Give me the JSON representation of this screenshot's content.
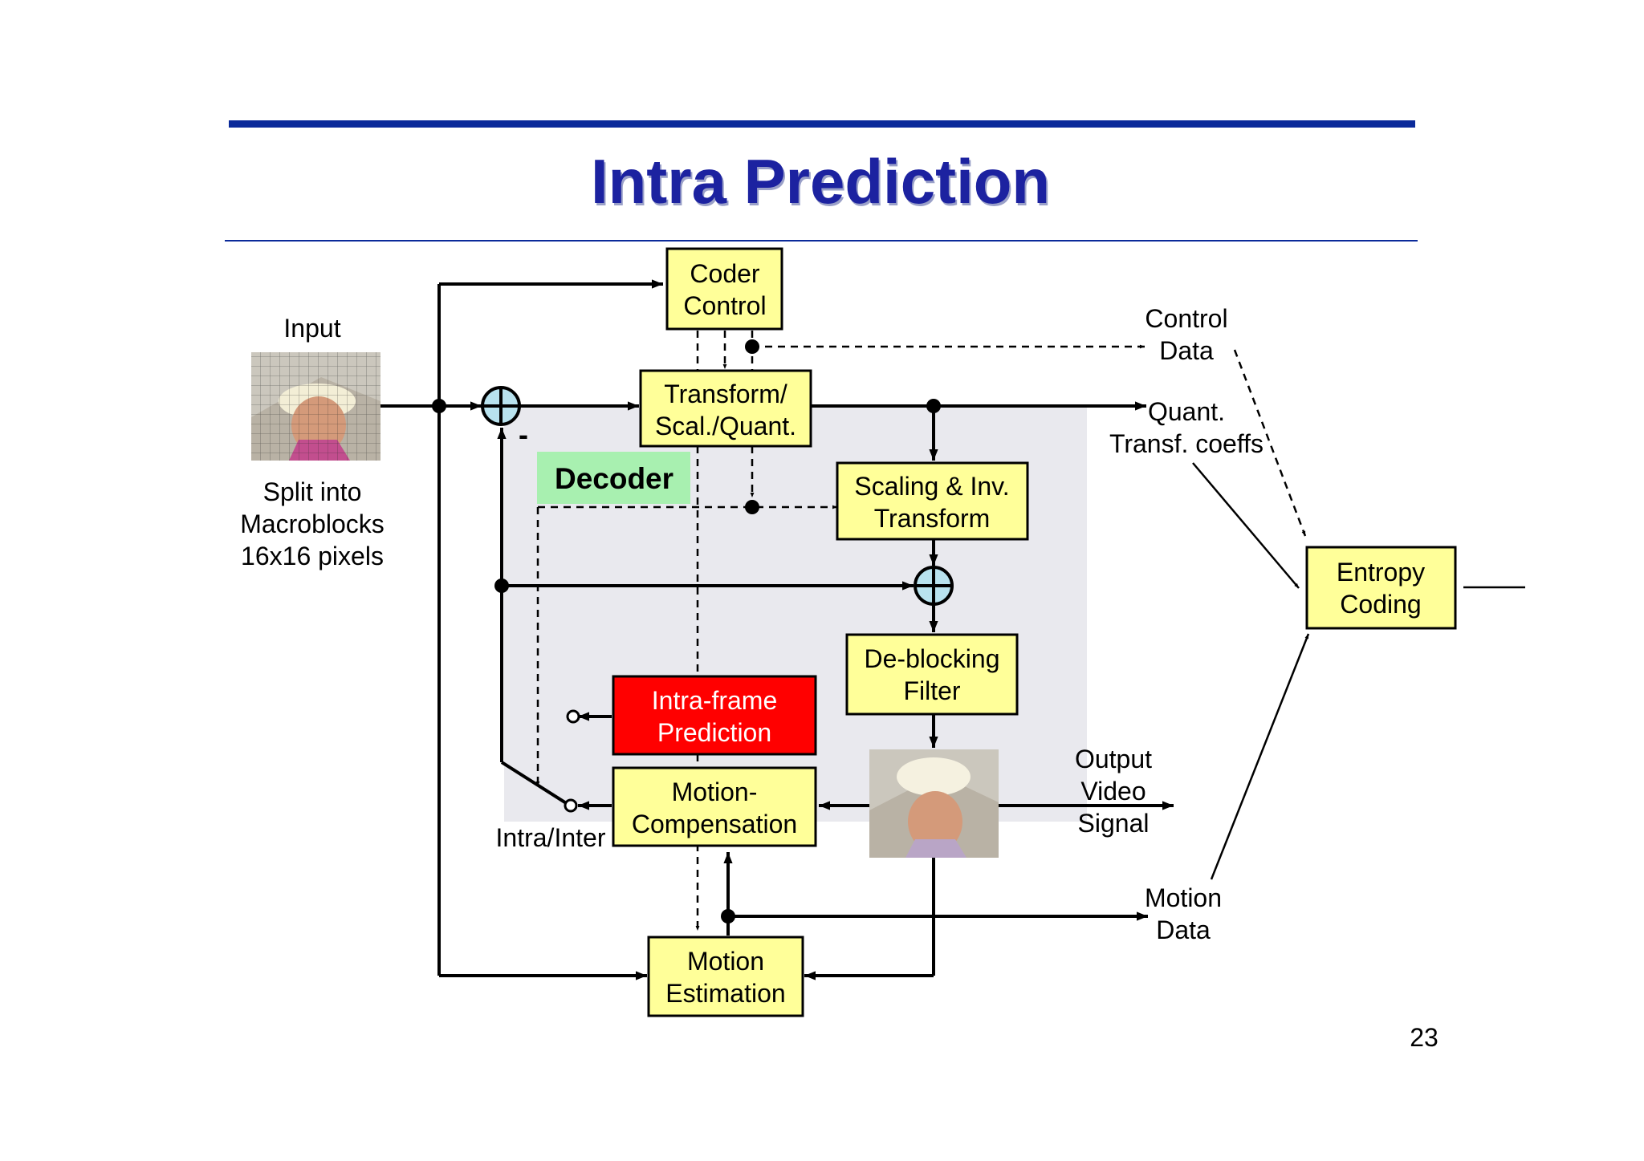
{
  "slide": {
    "title": "Intra Prediction",
    "page_number": "23"
  },
  "colors": {
    "title_text": "#1c22a0",
    "rule": "#0b2a9a",
    "block_fill": "#ffff99",
    "highlight_fill": "#ff0000",
    "decoder_label_fill": "#a8f0b0",
    "decoder_region": "#e9e9ee",
    "adder_fill": "#b8e2ee"
  },
  "labels": {
    "input": "Input",
    "split": [
      "Split into",
      "Macroblocks",
      "16x16 pixels"
    ],
    "decoder": "Decoder",
    "control_data": [
      "Control",
      "Data"
    ],
    "quant_coeffs": [
      "Quant.",
      "Transf. coeffs"
    ],
    "output_video": [
      "Output",
      "Video",
      "Signal"
    ],
    "motion_data": [
      "Motion",
      "Data"
    ],
    "intra_inter": "Intra/Inter",
    "minus": "-"
  },
  "blocks": {
    "coder_control": [
      "Coder",
      "Control"
    ],
    "transform": [
      "Transform/",
      "Scal./Quant."
    ],
    "scaling": [
      "Scaling & Inv.",
      "Transform"
    ],
    "entropy": [
      "Entropy",
      "Coding"
    ],
    "deblocking": [
      "De-blocking",
      "Filter"
    ],
    "intra_frame": [
      "Intra-frame",
      "Prediction"
    ],
    "motion_comp": [
      "Motion-",
      "Compensation"
    ],
    "motion_est": [
      "Motion",
      "Estimation"
    ]
  }
}
